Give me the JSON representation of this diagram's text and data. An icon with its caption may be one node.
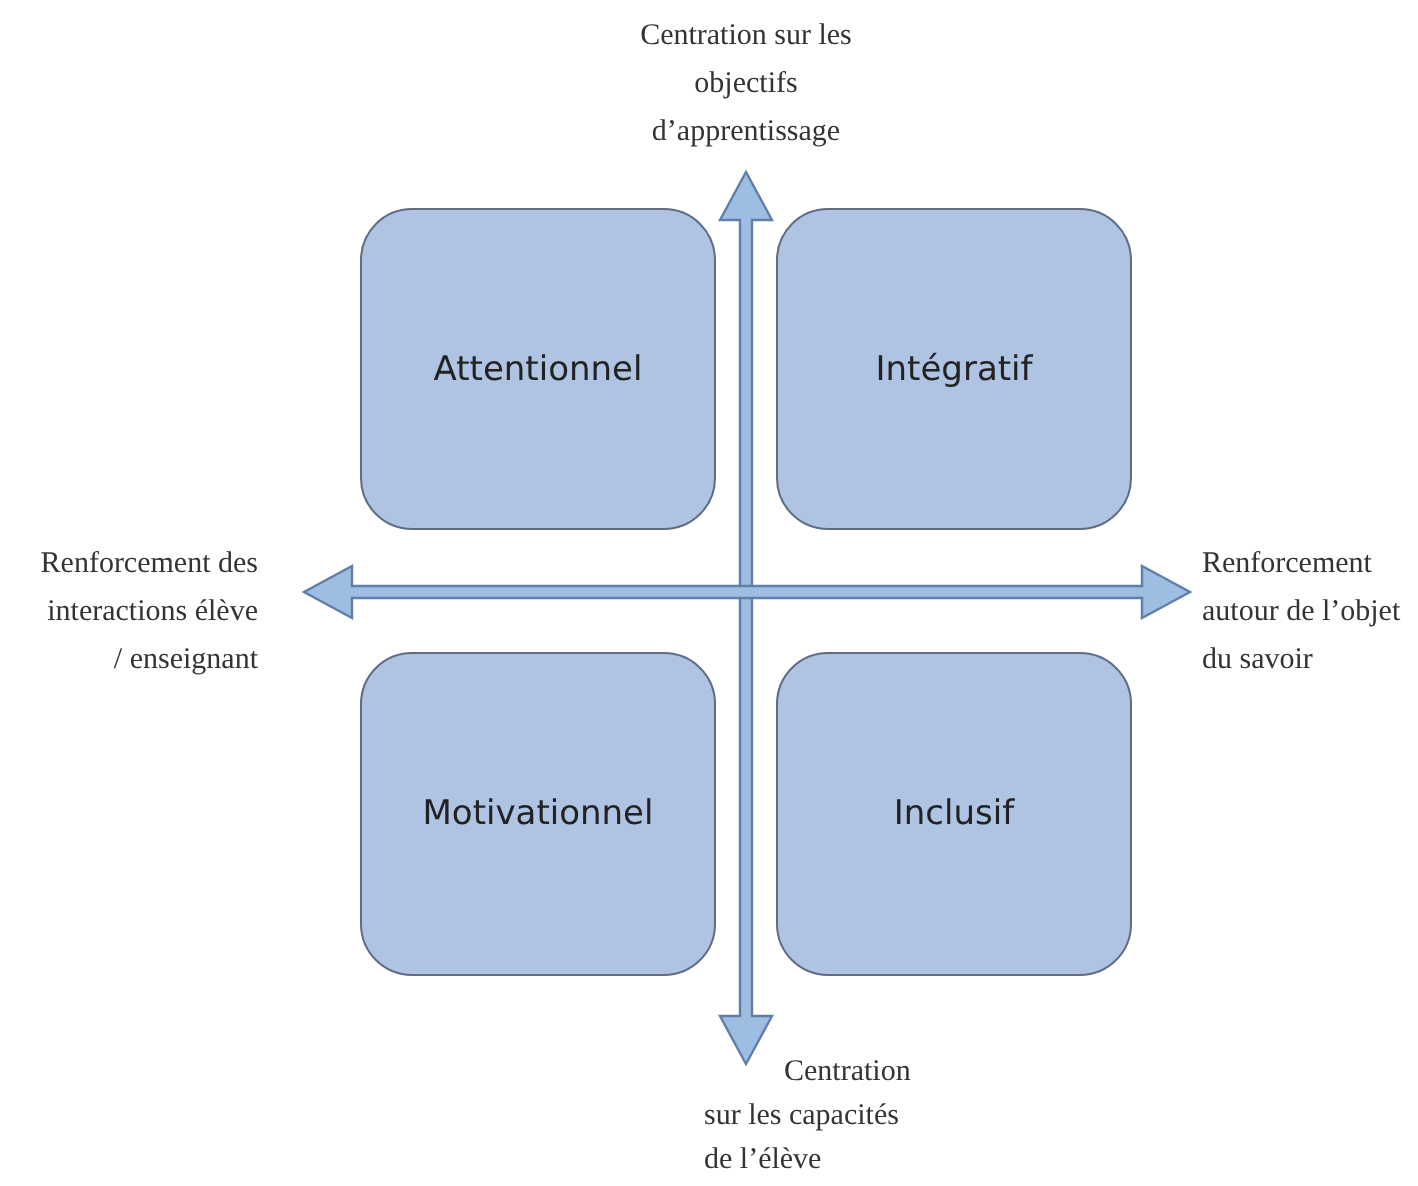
{
  "diagram": {
    "nodes": [
      {
        "text": [
          "Attentionnel"
        ]
      },
      {
        "text": [
          "Intégratif"
        ]
      },
      {
        "text": [
          "Motivationnel"
        ]
      },
      {
        "text": [
          "Inclusif"
        ]
      }
    ],
    "labels": [
      "Centration sur les objectifs d’apprentissage",
      "Renforcement des interactions élève / enseignant",
      "Renforcement autour de l’objet du savoir",
      "Centration sur les capacités de l’élève"
    ]
  }
}
